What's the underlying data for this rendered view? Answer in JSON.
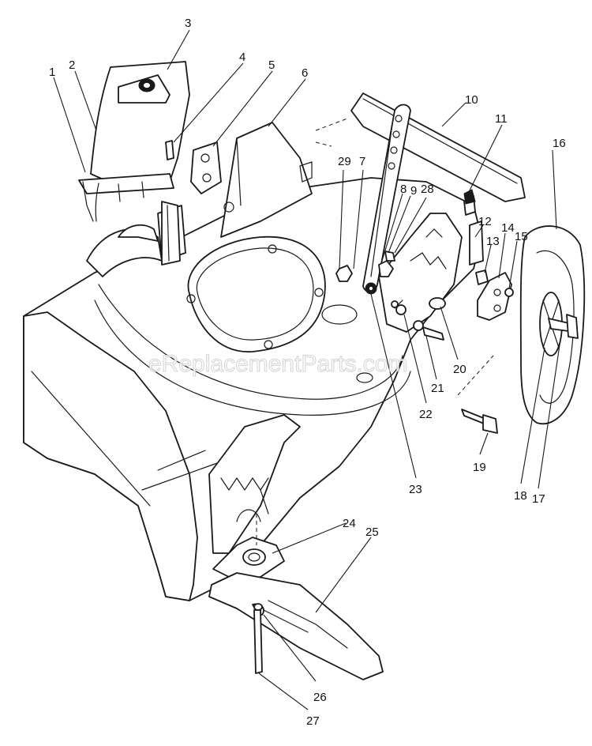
{
  "watermark": "eReplacementParts.com",
  "callouts": [
    "1",
    "2",
    "3",
    "4",
    "5",
    "6",
    "7",
    "8",
    "9",
    "10",
    "11",
    "12",
    "13",
    "14",
    "15",
    "16",
    "17",
    "18",
    "19",
    "20",
    "21",
    "22",
    "23",
    "24",
    "25",
    "26",
    "27",
    "28",
    "29"
  ],
  "colors": {
    "line": "#1a1a1a",
    "background": "#ffffff",
    "watermark": "#cfcfcf"
  }
}
